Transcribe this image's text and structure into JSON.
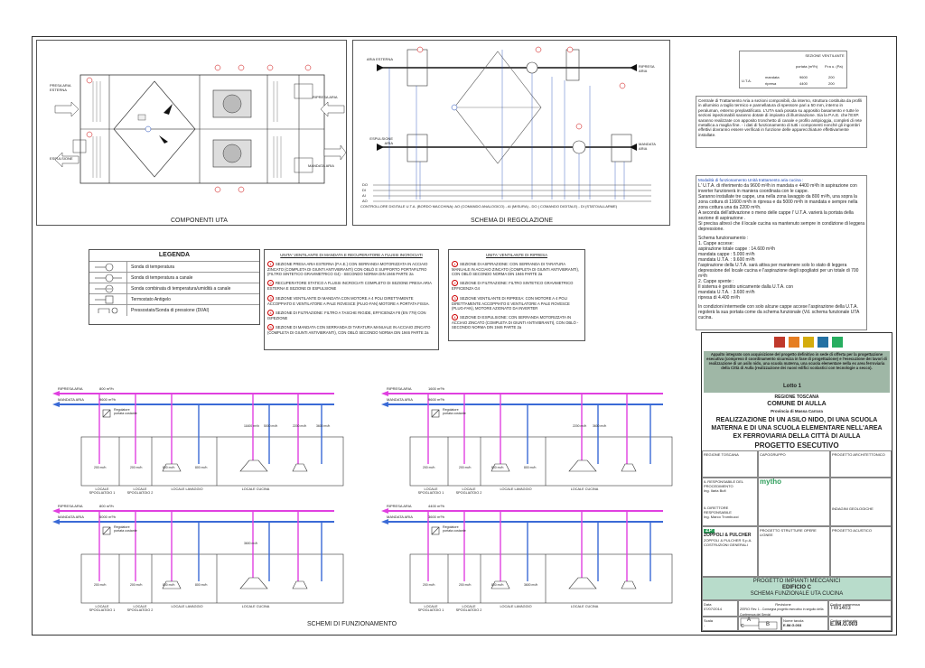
{
  "sections": {
    "componenti": "COMPONENTI UTA",
    "regolazione": "SCHEMA DI REGOLAZIONE",
    "funzionamento": "SCHEMI DI FUNZIONAMENTO"
  },
  "uta": {
    "presa_aria_esterna": "PRESA ARIA ESTERNA",
    "espulsione": "ESPULSIONE",
    "ripresa_aria": "RIPRESA ARIA",
    "mandata_aria": "MANDATA ARIA"
  },
  "regolazione": {
    "aria_esterna": "ARIA ESTERNA",
    "espulsione_aria": "ESPULSIONE ARIA",
    "ripresa_aria": "RIPRESA ARIA",
    "mandata_aria": "MANDATA ARIA",
    "io": [
      "DO",
      "DI",
      "AI",
      "AO"
    ],
    "controllore": "CONTROLLORE DIGITALE U.T.A. (BORDO MACCHINA): AO (COMANDO ANALOGICO) - AI (MISURA) - DO ( COMANDO DIGITALE) - DI (STATO/ALLARME)"
  },
  "ventilation_table": {
    "header": "SEZIONE VENTILANTE",
    "col_portata": "portata (m³/h)",
    "col_prev": "P.ra u. (Pa)",
    "row_label": "U.T.A.",
    "rows": [
      {
        "name": "mandata",
        "portata": "9600",
        "prev": "200"
      },
      {
        "name": "ripresa",
        "portata": "4400",
        "prev": "200"
      }
    ]
  },
  "description": "Centrale di Trattamento Aria a sezioni componibili, da interno, struttura costituita da profili in alluminio a taglio termico e pannellatura di spessore pari a 50 mm, interno in peraluman, esterno preplastificato. L'UTA sarà posata su appositio basamento e tutte le sezioni ispezionabili saranno dotate di impianto di illuminazione. Sia la P.A.E. che l'EXP. saranno realizzate con apposito tronchetto di canale e profilo antipioggia, completi di rete metallica a maglia fine. - i dati di funzionamento di tutti i componenti nonché gli ingombri effettivi dovranno essere verificati in funzione delle apparecchiature effettivamente installate.",
  "modalita": {
    "title": "Modalità di funzionamento Unità trattamento aria cucina :",
    "body": [
      "L' U.T.A. di riferimento da 9600 m³/h in mandata e 4400 m³/h in aspirazione con inverter funzionerà in maniera coordinata con le cappe.",
      "Saranno installate tre cappe, una nella zona lavaggio da 800 m³/h, una sopra la zona cottura di 11600 m³/h in ripresa e da 5000 m³/h in mandata e sempre nella zona cottura una da 2200 m³/h.",
      "A seconda dell'attivazione o meno delle cappe l' U.T.A. varierà la portata della sezione di aspirazione .",
      "Si precisa altresì che il locale cucina va mantenuto sempre in condizione di leggera depressione.",
      "",
      "Schema funzionamento :",
      "1. Cappe accese:",
      "aspirazione totale cappe : 14.600 m³/h",
      "mandata cappe : 5.000 m³/h",
      "mandata U.T.A. : 9.600 m³/h",
      "l'aspirazione della U.T.A. sarà attiva per mantenere solo lo stato di leggera depressione del locale cucina e l'aspirazione degli spogliatoi per un totale di 700 m³/h",
      "2. Cappe spente :",
      "Il sistema è gestito unicamente dalla U.T.A. con",
      "mandata U.T.A. : 3.600 m³/h",
      "ripresa di 4.400 m³/h",
      "",
      "In condizioni intermedie con solo alcune cappe accese l'aspirazione della U.T.A. regolerà la sua portata come da schema funzionale (Vd. schema funzionale UTA cucina."
    ]
  },
  "legenda": {
    "title": "LEGENDA",
    "items": [
      "Sonda di temperatura",
      "Sonda di temperatura a canale",
      "Sonda combinata di temperatura/umidità a canale",
      "Termostato Antigelo",
      "Pressostato/Sonda di pressione (DI/AI)"
    ]
  },
  "notes_mandata": {
    "title": "UNITA' VENTILANTE DI MANDATA E RECUPERATORE A FLUSSI INCROCIATI",
    "items": [
      {
        "n": "1",
        "text": "SEZIONE PRESA ARIA ESTERNA (P.A.E.) CON SERRANDA MOTORIZZATA IN ACCIAIO ZINCATO (COMPLETA DI GIUNTI ANTIVIBRANTI) CON OBLÒ E SUPPORTO PORTAFILTRO (FILTRO SINTETICO GRAVIMETRICO G4) - SECONDO NORMA DIN 1946 PARTE 2a"
      },
      {
        "n": "2",
        "text": "RECUPERATORE STATICO A FLUSSI INCROCIATI COMPLETO DI SEZIONE PRESA ARIA ESTERNA E SEZIONE DI ESPULSIONE"
      },
      {
        "n": "3",
        "text": "SEZIONE VENTILANTE DI MANDATA CON MOTORE A 4 POLI DIRETTAMENTE ACCOPPIATO E VENTILATORE A PALE ROVESCE (PLUG-FAN) MOTORE A PORTATA FISSA."
      },
      {
        "n": "4",
        "text": "SEZIONE DI FILTRAZIONE: FILTRO A TASCHE RIGIDE, EFFICIENZA F8 (EN 779) CON ISPEZIONE"
      },
      {
        "n": "5",
        "text": "SEZIONE DI MANDATA CON SERRANDA DI TARATURA MANUALE IN ACCIAIO ZINCATO (COMPLETA DI GIUNTI ANTIVIBRANTI), CON OBLÒ SECONDO NORMA DIN 1946 PARTE 2a"
      }
    ]
  },
  "notes_ripresa": {
    "title": "UNITA' VENTILANTE DI RIPRESA",
    "items": [
      {
        "n": "1",
        "text": "SEZIONE DI ASPIRAZIONE: CON SERRANDA DI TARATURA MANUALE IN ACCIAIO ZINCATO (COMPLETA DI GIUNTI ANTIVIBRANTI), CON OBLÒ SECONDO NORMA DIN 1946 PARTE 2a"
      },
      {
        "n": "2",
        "text": "SEZIONE DI FILTRAZIONE: FILTRO SINTETICO GRAVIMETRICO EFFICIENZA G4"
      },
      {
        "n": "3",
        "text": "SEZIONE VENTILANTE DI RIPRESA: CON MOTORE A 4 POLI DIRETTAMENTE ACCOPPIATO E VENTILATORE A PALE ROVESCE (PLUG-FAN), MOTORE AZIONATO DA INVERTER"
      },
      {
        "n": "4",
        "text": "SEZIONE DI ESPULSIONE: CON SERRANDA MOTORIZZATA IN ACCIAIO ZINCATO (COMPLETA DI GIUNTI ANTIVIBRANTI), CON OBLÒ - SECONDO NORMA DIN 1946 PARTE 2a"
      }
    ]
  },
  "schemes": [
    {
      "ripresa": "RIPRESA ARIA",
      "ripresa_val": "800 m³/h",
      "mandata": "MANDATA ARIA",
      "mandata_val": "9600 m³/h",
      "regolatore": "Regolatore portata costante",
      "locali": [
        "LOCALE SPOGLIATOIO 1",
        "LOCALE SPOGLIATOIO 2",
        "LOCALE LAVAGGIO",
        "LOCALE CUCINA"
      ],
      "flows": [
        "200 m³/h",
        "200 m³/h",
        "800 m³/h",
        "800 m³/h",
        "11600 m³/h",
        "5000 m³/h",
        "2200 m³/h",
        "3600 m³/h"
      ]
    },
    {
      "ripresa": "RIPRESA ARIA",
      "ripresa_val": "1600 m³/h",
      "mandata": "MANDATA ARIA",
      "mandata_val": "9600 m³/h",
      "regolatore": "Regolatore portata costante",
      "locali": [
        "LOCALE SPOGLIATOIO 1",
        "LOCALE SPOGLIATOIO 2",
        "LOCALE LAVAGGIO",
        "LOCALE CUCINA"
      ],
      "flows": [
        "200 m³/h",
        "200 m³/h",
        "800 m³/h",
        "800 m³/h",
        "2200 m³/h",
        "3600 m³/h"
      ]
    },
    {
      "ripresa": "RIPRESA ARIA",
      "ripresa_val": "800 m³/h",
      "mandata": "MANDATA ARIA",
      "mandata_val": "5000 m³/h",
      "regolatore": "Regolatore portata costante",
      "locali": [
        "LOCALE SPOGLIATOIO 1",
        "LOCALE SPOGLIATOIO 2",
        "LOCALE LAVAGGIO",
        "LOCALE CUCINA"
      ],
      "flows": [
        "200 m³/h",
        "200 m³/h",
        "800 m³/h",
        "800 m³/h",
        "3600 m³/h"
      ]
    },
    {
      "ripresa": "RIPRESA ARIA",
      "ripresa_val": "4400 m³/h",
      "mandata": "MANDATA ARIA",
      "mandata_val": "3600 m³/h",
      "regolatore": "Regolatore portata costante",
      "locali": [
        "LOCALE SPOGLIATOIO 1",
        "LOCALE SPOGLIATOIO 2",
        "LOCALE LAVAGGIO",
        "LOCALE CUCINA"
      ],
      "flows": [
        "200 m³/h",
        "200 m³/h",
        "800 m³/h",
        "3600 m³/h"
      ]
    }
  ],
  "title_block": {
    "appalto": "Appalto integrato con acquisizione del progetto definitivo in sede di offerta per la progettazione esecutiva (compreso il coordinamento sicurezza in fase di progettazione) e l'esecuzione dei lavori di realizzazione di un asilo nido, una scuola materna, una scuola elementare nella ex area ferroviaria della Città di Aulla (realizzazione dei nuovi edifici scolastici con tecnologie a secco).",
    "lotto": "Lotto 1",
    "regione": "REGIONE TOSCANA",
    "comune": "COMUNE DI AULLA",
    "provincia": "Provincia di Massa Carrara",
    "opera": "REALIZZAZIONE DI UN ASILO NIDO, DI UNA SCUOLA MATERNA E DI UNA SCUOLA ELEMENTARE NELL'AREA EX FERROVIARIA DELLA CITTÀ DI AULLA",
    "fase": "PROGETTO ESECUTIVO",
    "committente_1": "REGIONE TOSCANA",
    "committente_2": "CAPOGRUPPO",
    "committente_3": "PROGETTO ARCHITETTONICO",
    "resp_proc_label": "IL RESPONSABILE DEL PROCEDIMENTO",
    "resp_proc": "Ing. Ilaria Bufi",
    "dir_resp_label": "IL DIRETTORE RESPONSABILE",
    "dir_resp": "Ing. Marco Trombucci",
    "impresa_logo": "ZP",
    "impresa": "ZOPPOLI & PULCHER",
    "impresa_sub": "ZOPPOLI & PULCHER S.p.A. COSTRUZIONI GENERALI",
    "mytho": "mytho",
    "strutture_label": "PROGETTO STRUTTURE OPERE LIGNEE",
    "acustico_label": "PROGETTO ACUSTICO",
    "geologiche_label": "INDAGINI GEOLOGICHE",
    "impianti": "PROGETTO IMPIANTI MECCANICI",
    "edificio": "EDIFICIO C",
    "titolo_tav": "SCHEMA FUNZIONALE UTA CUCINA",
    "data_label": "Data",
    "data": "07/07/2014",
    "revisione_label": "Revisione",
    "rev_code": "ZERO",
    "rev_text": "Rev. 1 - Consegna progetto esecutivo in seguito della Conferenza dei Servizi",
    "scala_label": "Scala",
    "scala": "-",
    "commessa_label": "Codice commessa",
    "commessa": "TW1403",
    "elaborato_label": "Codice elaborato",
    "elaborato": "E.IM.G.003",
    "norma_label": "Nome tavola",
    "norma": "E.IM.G.003",
    "blocks": [
      "A",
      "B",
      "C"
    ]
  }
}
